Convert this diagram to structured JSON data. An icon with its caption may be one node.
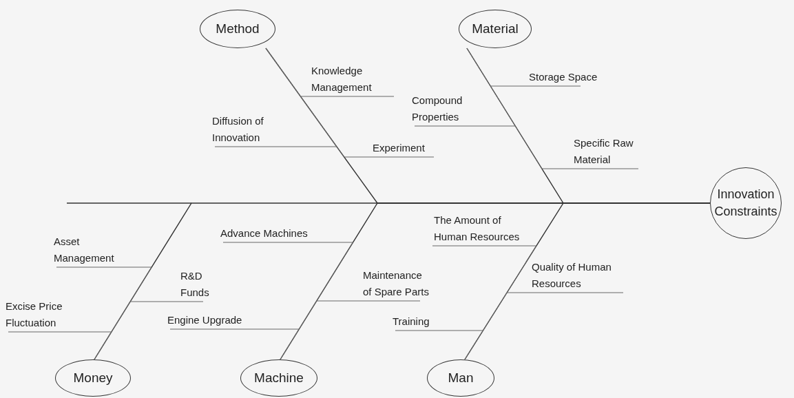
{
  "diagram": {
    "nodes": [
      {
        "text": [
          "Method"
        ]
      },
      {
        "text": [
          "Material"
        ]
      },
      {
        "text": [
          "Knowledge Management"
        ]
      },
      {
        "text": [
          "Storage Space"
        ]
      },
      {
        "text": [
          "Compound Properties"
        ]
      },
      {
        "text": [
          "Diffusion of Innovation"
        ]
      },
      {
        "text": [
          "Experiment"
        ]
      },
      {
        "text": [
          "Specific Raw Material"
        ]
      },
      {
        "text": [
          "Innovation Constraints"
        ]
      },
      {
        "text": [
          "The Amount of Human Resources"
        ]
      },
      {
        "text": [
          "Advance Machines"
        ]
      },
      {
        "text": [
          "Asset Management"
        ]
      },
      {
        "text": [
          "Quality of Human Resources"
        ]
      },
      {
        "text": [
          "R&D Funds"
        ]
      },
      {
        "text": [
          "Maintenance of Spare Parts"
        ]
      },
      {
        "text": [
          "Excise Price Fluctuation"
        ]
      },
      {
        "text": [
          "Engine Upgrade"
        ]
      },
      {
        "text": [
          "Training"
        ]
      },
      {
        "text": [
          "Money"
        ]
      },
      {
        "text": [
          "Machine"
        ]
      },
      {
        "text": [
          "Man"
        ]
      }
    ],
    "edges": [
      {
        "from": 0,
        "to": 8,
        "arrow": "none"
      },
      {
        "from": 1,
        "to": 8,
        "arrow": "none"
      },
      {
        "from": 18,
        "to": 8,
        "arrow": "none"
      },
      {
        "from": 19,
        "to": 8,
        "arrow": "none"
      },
      {
        "from": 20,
        "to": 8,
        "arrow": "none"
      },
      {
        "from": 2,
        "to": 0,
        "arrow": "none"
      },
      {
        "from": 5,
        "to": 0,
        "arrow": "none"
      },
      {
        "from": 6,
        "to": 0,
        "arrow": "none"
      },
      {
        "from": 3,
        "to": 1,
        "arrow": "none"
      },
      {
        "from": 4,
        "to": 1,
        "arrow": "none"
      },
      {
        "from": 7,
        "to": 1,
        "arrow": "none"
      },
      {
        "from": 11,
        "to": 18,
        "arrow": "none"
      },
      {
        "from": 13,
        "to": 18,
        "arrow": "none"
      },
      {
        "from": 15,
        "to": 18,
        "arrow": "none"
      },
      {
        "from": 10,
        "to": 19,
        "arrow": "none"
      },
      {
        "from": 14,
        "to": 19,
        "arrow": "none"
      },
      {
        "from": 16,
        "to": 19,
        "arrow": "none"
      },
      {
        "from": 9,
        "to": 20,
        "arrow": "none"
      },
      {
        "from": 12,
        "to": 20,
        "arrow": "none"
      },
      {
        "from": 17,
        "to": 20,
        "arrow": "none"
      }
    ]
  }
}
